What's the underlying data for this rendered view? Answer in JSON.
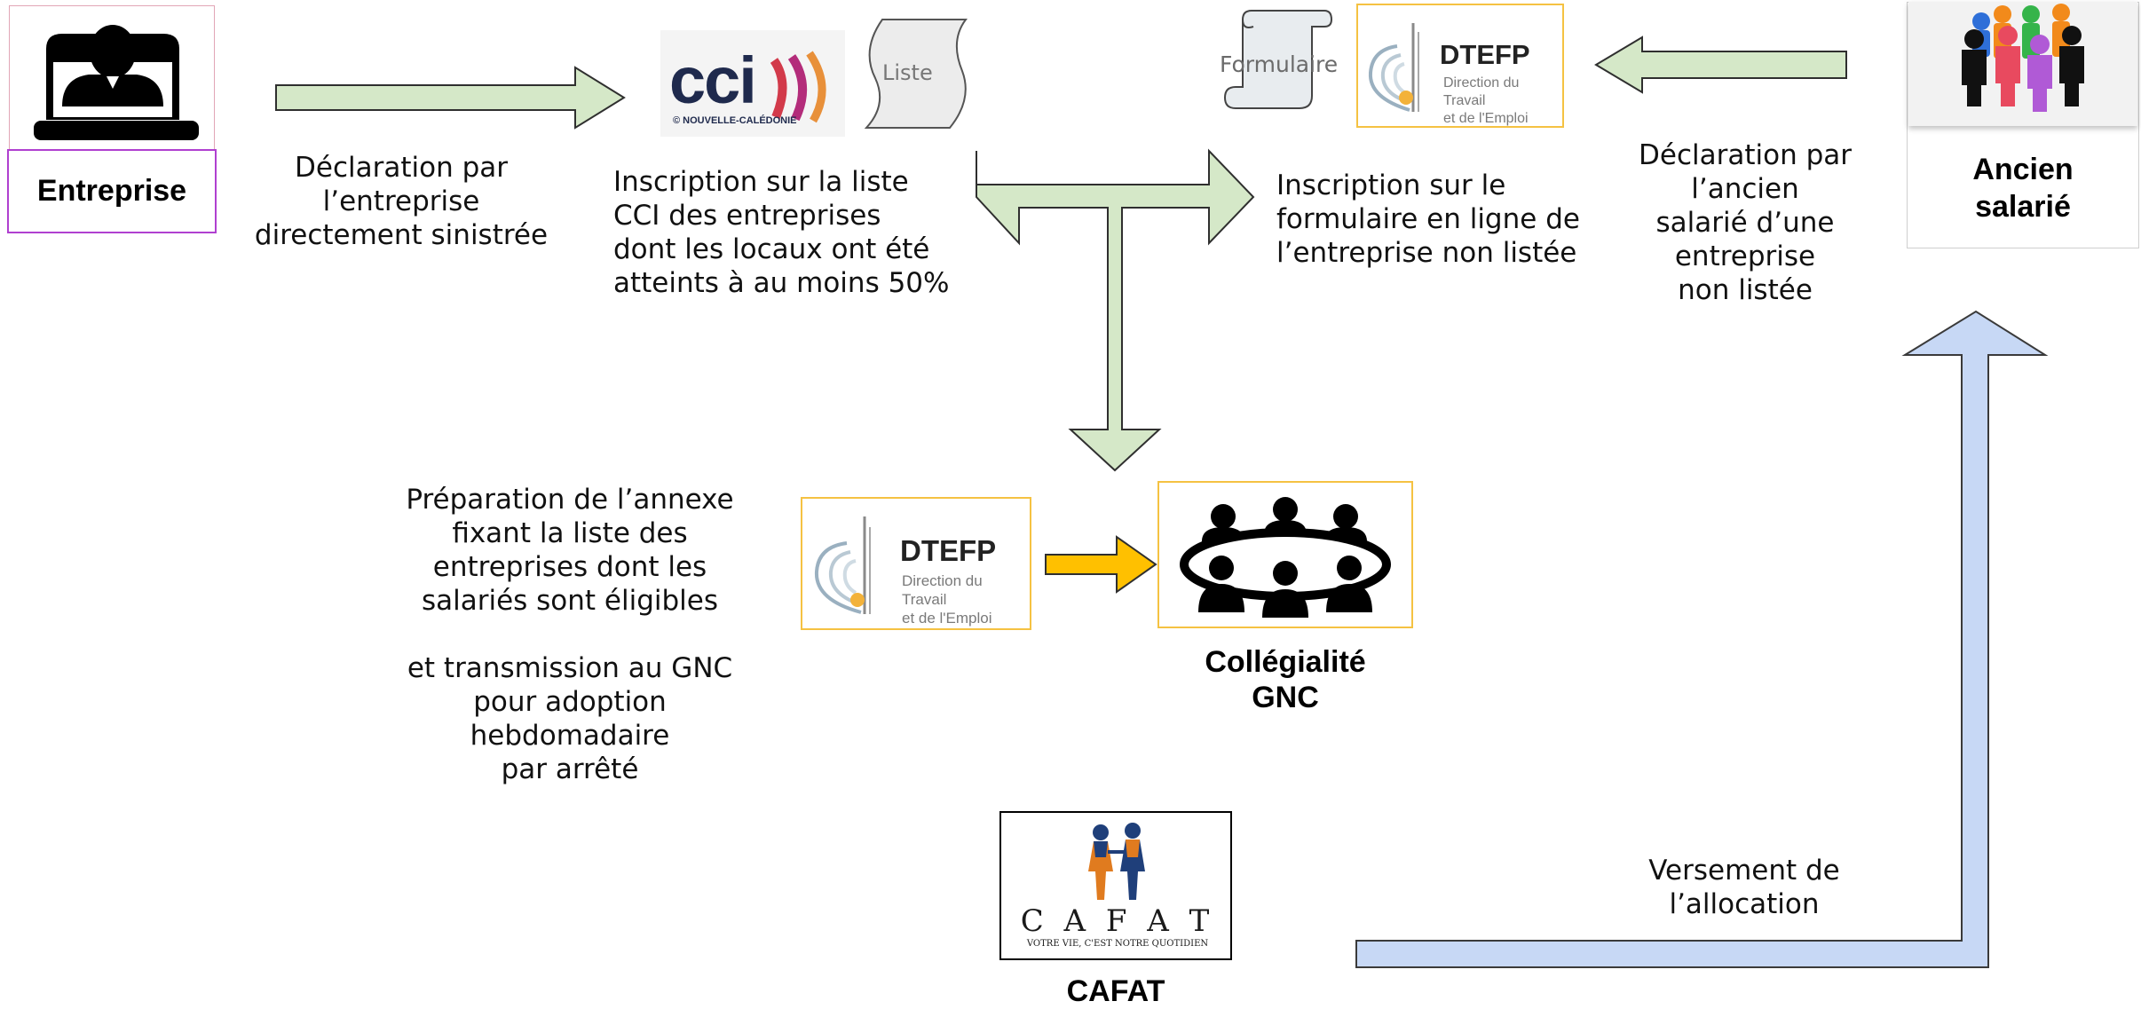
{
  "colors": {
    "green_arrow_fill": "#d5e8c8",
    "green_arrow_stroke": "#2f2f2f",
    "blue_arrow_fill": "#c7d8f5",
    "yellow_arrow_fill": "#ffc000",
    "enterprise_box_border": "#b040d0",
    "dtefp_box_border": "#f5c242",
    "cci_red": "#d23a4a",
    "cci_navy": "#1f2a4d"
  },
  "entreprise": {
    "label": "Entreprise",
    "icon": "businessman-icon"
  },
  "ancien_salarie": {
    "label_line1": "Ancien",
    "label_line2": "salarié",
    "icon": "people-group-icon"
  },
  "cci_logo": {
    "text": "cci",
    "subtext": "© NOUVELLE-CALÉDONIE"
  },
  "liste_doc": {
    "label": "Liste"
  },
  "formulaire_doc": {
    "label": "Formulaire"
  },
  "dtefp_logo": {
    "title": "DTEFP",
    "sub1": "Direction du Travail",
    "sub2": "et de l'Emploi"
  },
  "texts": {
    "declaration_entreprise": [
      "Déclaration par",
      "l’entreprise",
      "directement sinistrée"
    ],
    "inscription_cci": [
      "Inscription sur la liste",
      "CCI  des entreprises",
      "dont les locaux ont été",
      "atteints à au moins 50%"
    ],
    "inscription_formulaire": [
      "Inscription sur le",
      "formulaire en ligne de",
      "l’entreprise non listée"
    ],
    "declaration_ancien": [
      "Déclaration par l’ancien",
      "salarié d’une entreprise",
      "non listée"
    ],
    "preparation": [
      "Préparation de l’annexe",
      "fixant la liste des",
      "entreprises dont les",
      "salariés sont éligibles",
      "",
      "et transmission au GNC",
      "pour adoption hebdomadaire",
      "par arrêté"
    ],
    "versement": [
      "Versement de",
      "l’allocation"
    ]
  },
  "collegialite": {
    "line1": "Collégialité",
    "line2": "GNC",
    "icon": "meeting-table-icon"
  },
  "cafat": {
    "logo_text": "C A F A T",
    "tagline": "VOTRE VIE, C'EST NOTRE QUOTIDIEN",
    "label": "CAFAT",
    "icon": "cafat-family-icon"
  }
}
